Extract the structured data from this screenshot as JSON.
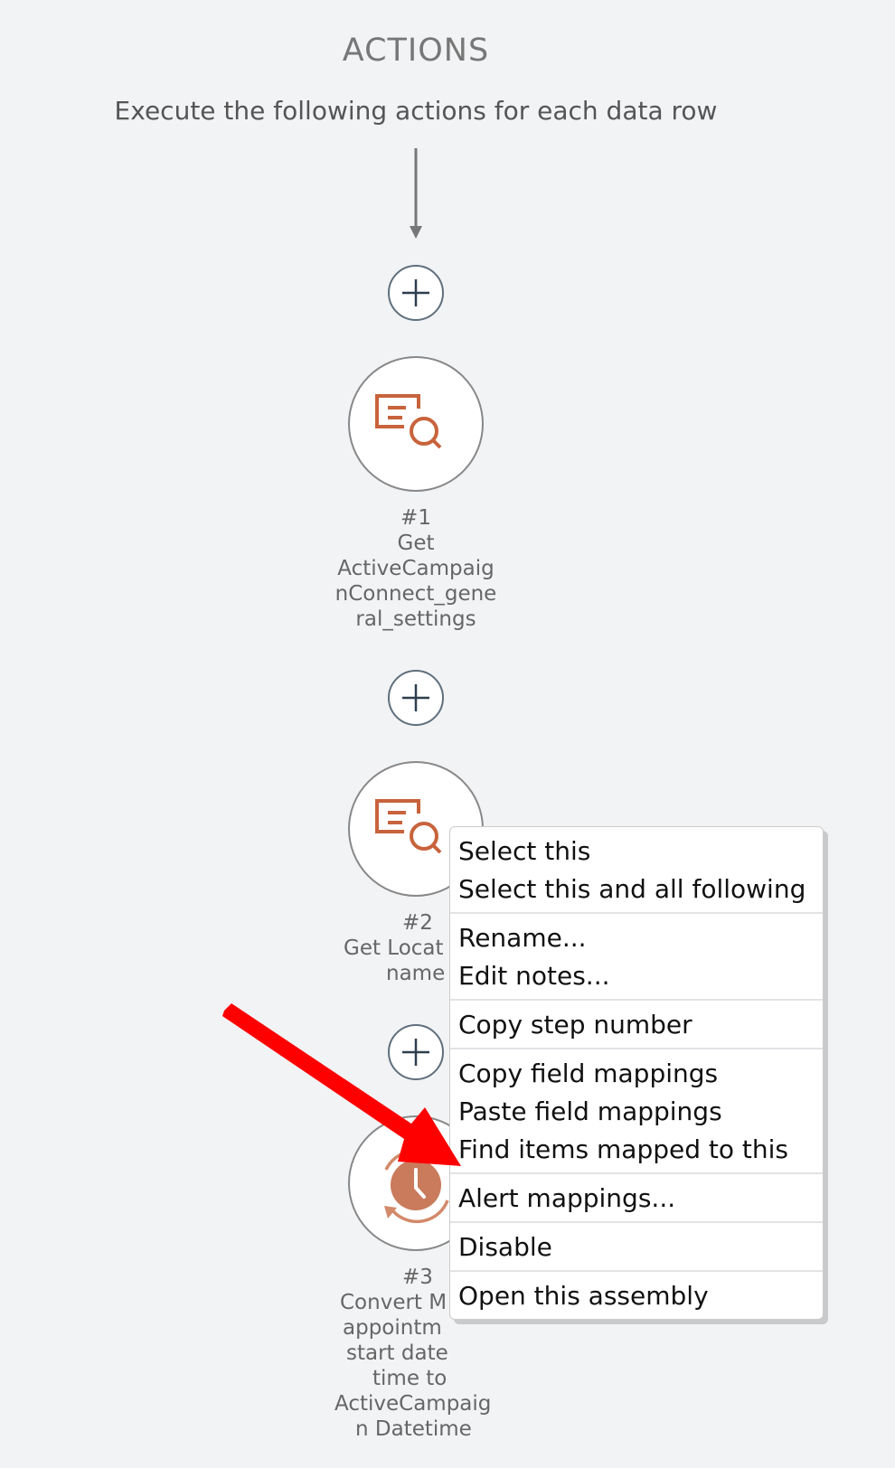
{
  "header": {
    "title": "ACTIONS",
    "subtitle": "Execute the following actions for each data row"
  },
  "steps": [
    {
      "number": "#1",
      "lines": [
        "Get",
        "ActiveCampaig",
        "nConnect_gene",
        "ral_settings"
      ],
      "icon": "search-record-icon"
    },
    {
      "number": "#2",
      "lines": [
        "Get Locat",
        "name"
      ],
      "icon": "search-record-icon"
    },
    {
      "number": "#3",
      "lines": [
        "Convert M",
        "appointm",
        "start date",
        "time to",
        "ActiveCampaig",
        "n Datetime"
      ],
      "icon": "clock-convert-icon"
    }
  ],
  "context_menu": {
    "groups": [
      [
        "Select this",
        "Select this and all following"
      ],
      [
        "Rename...",
        "Edit notes..."
      ],
      [
        "Copy step number"
      ],
      [
        "Copy field mappings",
        "Paste field mappings",
        "Find items mapped to this"
      ],
      [
        "Alert mappings..."
      ],
      [
        "Disable"
      ],
      [
        "Open this assembly"
      ]
    ]
  },
  "colors": {
    "accent": "#c8633c",
    "arrow": "#ee0000"
  }
}
